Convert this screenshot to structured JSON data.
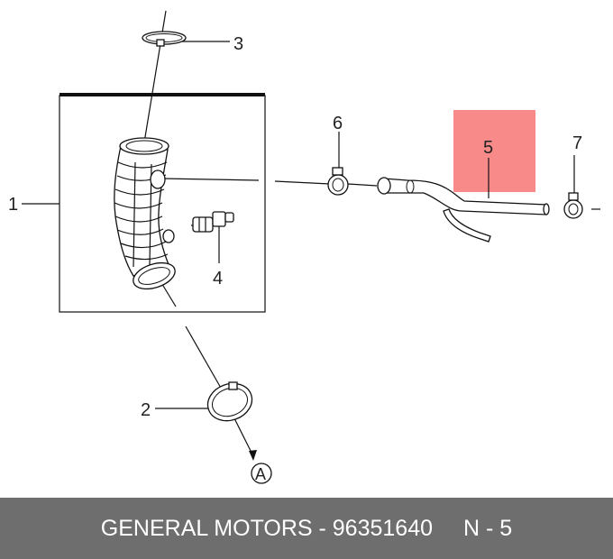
{
  "diagram": {
    "callouts": {
      "c1": "1",
      "c2": "2",
      "c3": "3",
      "c4": "4",
      "c5": "5",
      "c6": "6",
      "c7": "7",
      "cA": "A"
    },
    "highlight_color": "#f98a8a"
  },
  "footer": {
    "part_text": "GENERAL MOTORS - 96351640",
    "ref_text": "N - 5",
    "background_color": "#6e6e6e"
  }
}
